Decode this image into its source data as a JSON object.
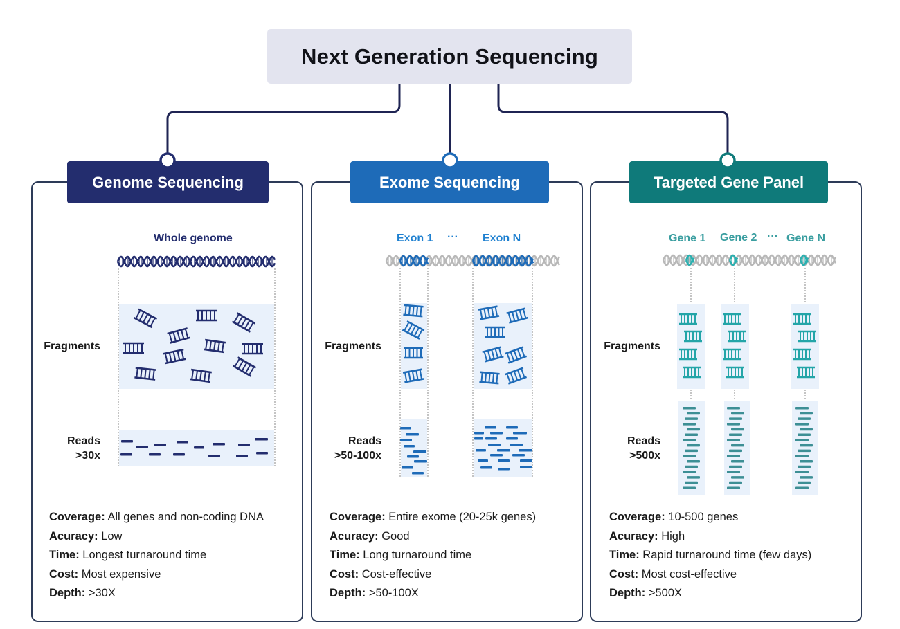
{
  "title": "Next Generation Sequencing",
  "colors": {
    "connector": "#1f2453",
    "genome": "#232d6e",
    "exome": "#1e6bb8",
    "targeted": "#0f7a7a",
    "panel_bg": "#e9f1fb",
    "dna_gray": "#b8b8b8"
  },
  "columns": [
    {
      "header": "Genome Sequencing",
      "sublabels": [
        "Whole genome"
      ],
      "fragments_label": "Fragments",
      "reads_label": "Reads",
      "reads_depth": ">30x",
      "info": [
        {
          "key": "Coverage:",
          "value": " All genes and non-coding DNA"
        },
        {
          "key": "Acuracy:",
          "value": " Low"
        },
        {
          "key": "Time:",
          "value": " Longest turnaround time"
        },
        {
          "key": "Cost:",
          "value": " Most expensive"
        },
        {
          "key": "Depth:",
          "value": " >30X"
        }
      ]
    },
    {
      "header": "Exome Sequencing",
      "sublabels": [
        "Exon 1",
        "···",
        "Exon N"
      ],
      "fragments_label": "Fragments",
      "reads_label": "Reads",
      "reads_depth": ">50-100x",
      "info": [
        {
          "key": "Coverage:",
          "value": " Entire exome (20-25k genes)"
        },
        {
          "key": "Acuracy:",
          "value": " Good"
        },
        {
          "key": "Time:",
          "value": " Long turnaround time"
        },
        {
          "key": "Cost:",
          "value": " Cost-effective"
        },
        {
          "key": "Depth:",
          "value": " >50-100X"
        }
      ]
    },
    {
      "header": "Targeted Gene Panel",
      "sublabels": [
        "Gene 1",
        "Gene 2",
        "···",
        "Gene N"
      ],
      "fragments_label": "Fragments",
      "reads_label": "Reads",
      "reads_depth": ">500x",
      "info": [
        {
          "key": "Coverage:",
          "value": " 10-500 genes"
        },
        {
          "key": "Acuracy:",
          "value": " High"
        },
        {
          "key": "Time:",
          "value": " Rapid turnaround time (few days)"
        },
        {
          "key": "Cost:",
          "value": " Most cost-effective"
        },
        {
          "key": "Depth:",
          "value": " >500X"
        }
      ]
    }
  ]
}
